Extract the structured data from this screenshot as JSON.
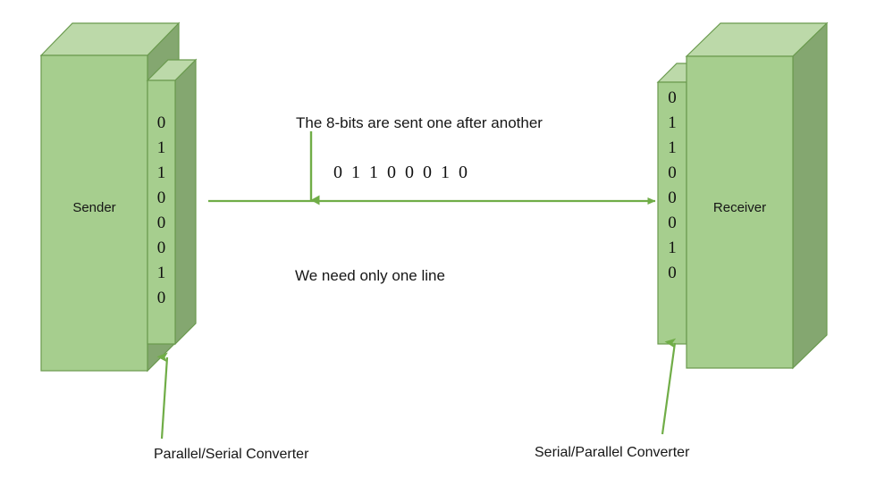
{
  "diagram": {
    "title_note": "The 8-bits are sent one after another",
    "secondary_note": "We need only one line",
    "serial_stream": "0  1  1  0  0  0  1  0",
    "colors": {
      "box_front": "#a6ce8e",
      "box_top": "#bcd9a9",
      "box_side": "#84a770",
      "box_stroke": "#6a9a4e",
      "arrow_green": "#70ad47",
      "line_green": "#70ad47",
      "text_dark": "#161616"
    },
    "sender": {
      "label": "Sender",
      "register_bits": [
        "0",
        "1",
        "1",
        "0",
        "0",
        "0",
        "1",
        "0"
      ],
      "converter_label": "Parallel/Serial Converter"
    },
    "receiver": {
      "label": "Receiver",
      "register_bits": [
        "0",
        "1",
        "1",
        "0",
        "0",
        "0",
        "1",
        "0"
      ],
      "converter_label": "Serial/Parallel Converter"
    }
  }
}
